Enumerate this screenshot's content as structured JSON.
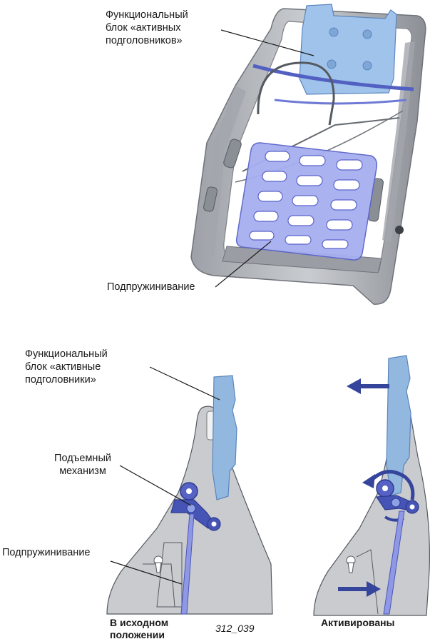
{
  "top_diagram": {
    "label_headrest_unit": "Функциональный\nблок «активных\nподголовников»",
    "label_spring": "Подпружинивание"
  },
  "bottom_diagram": {
    "label_headrest_unit": "Функциональный\nблок «активные\nподголовники»",
    "label_lift": "Подъемный\nмеханизм",
    "label_spring": "Подпружинивание",
    "caption_initial": "В исходном\nположении",
    "figure_code": "312_039",
    "caption_activated": "Активированы"
  },
  "colors": {
    "frame_grey": "#b9bcc1",
    "frame_dark": "#8f9399",
    "light_blue": "#92b8e0",
    "mesh_blue": "#8e96e6",
    "dark_blue": "#3c4aa6",
    "arrow_blue": "#36459c"
  }
}
